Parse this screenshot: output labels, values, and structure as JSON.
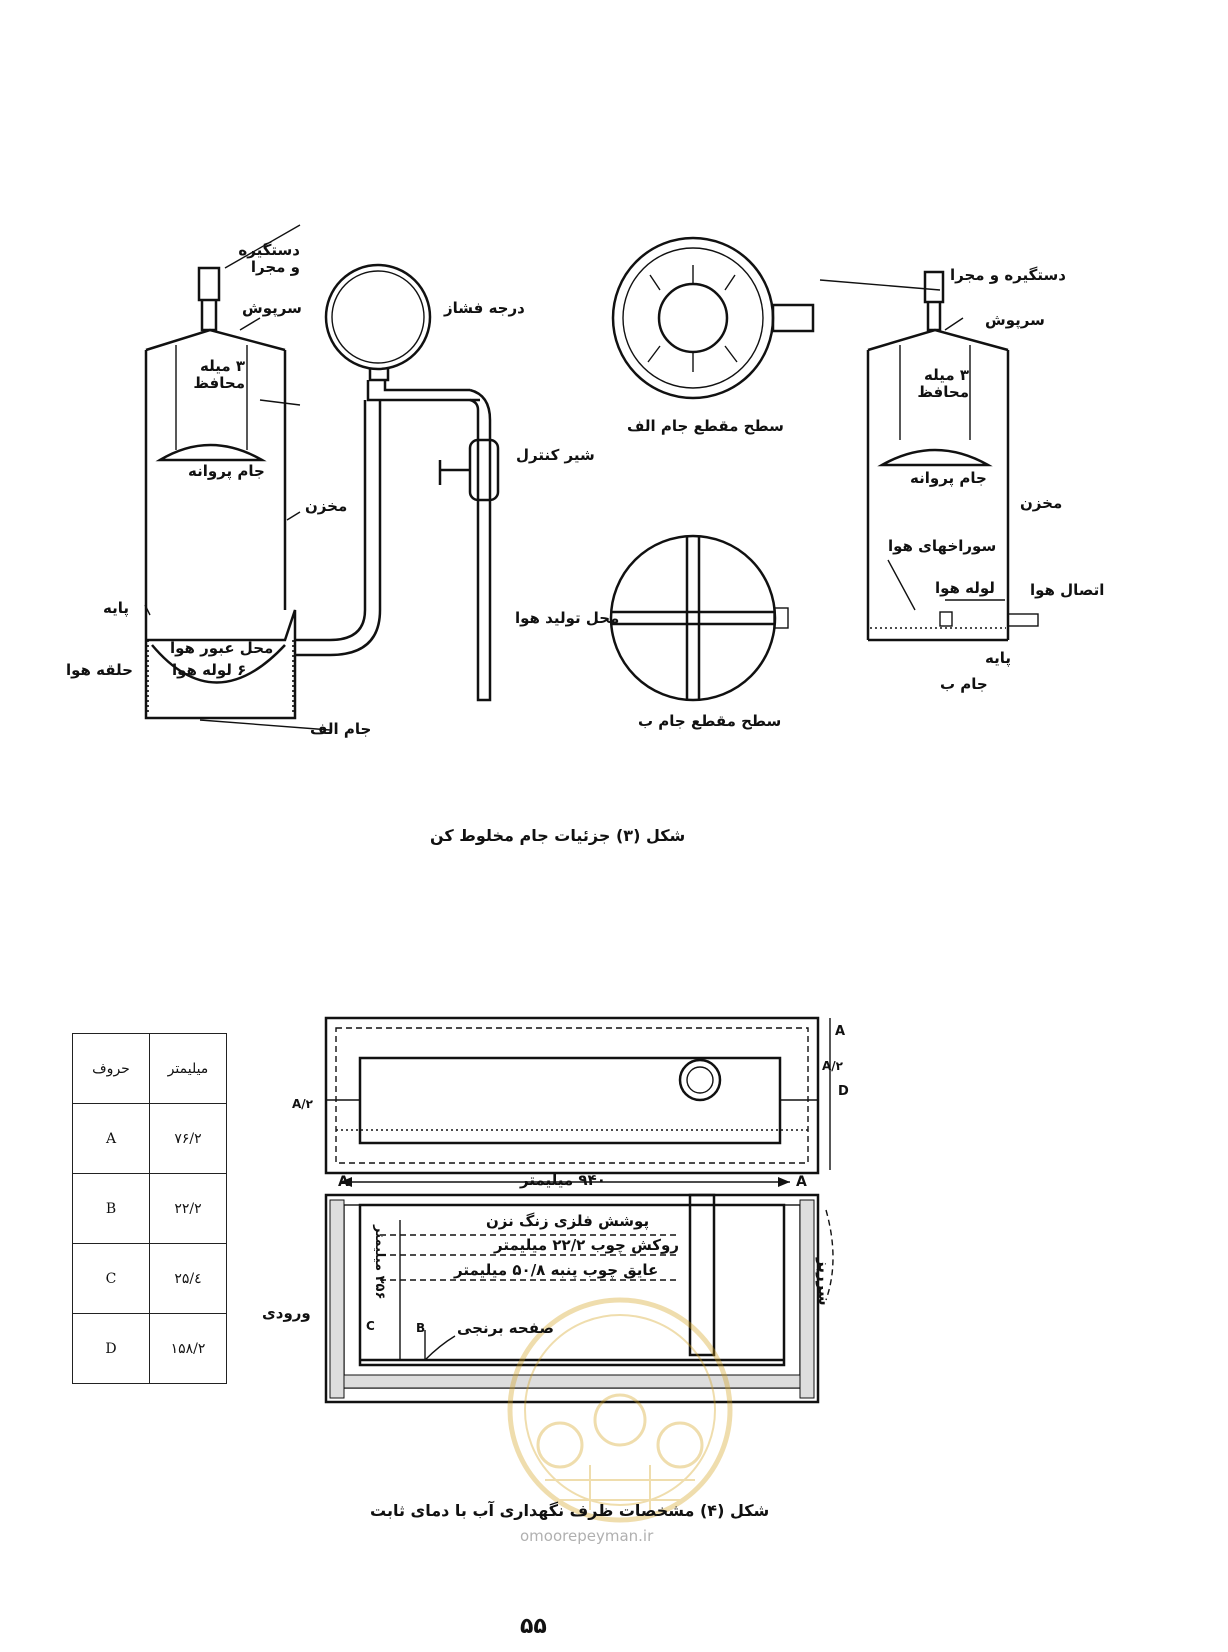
{
  "figure3": {
    "caption": "شکل (۳) جزئیات جام مخلوط کن",
    "left_mixer": {
      "handle": "دستگیره و مجرا",
      "cap": "سرپوش",
      "rods": "۳ میله محافظ",
      "impeller_cup": "جام پروانه",
      "tank": "مخزن",
      "base": "پایه",
      "air_passage": "محل عبور هوا",
      "air_tubes": "۶ لوله هوا",
      "air_ring": "حلقه هوا",
      "cup_a": "جام الف"
    },
    "center": {
      "gauge": "درجه فشاز",
      "valve": "شیر کنترل",
      "air_source": "محل تولید هوا"
    },
    "sections": {
      "section_a": "سطح مقطع جام الف",
      "section_b": "سطح مقطع جام ب"
    },
    "right_mixer": {
      "handle": "دستگیره و مجرا",
      "cap": "سرپوش",
      "rods": "۳ میله محافظ",
      "impeller_cup": "جام پروانه",
      "tank": "مخزن",
      "air_holes": "سوراخهای هوا",
      "air_tube": "لوله هوا",
      "air_connection": "اتصال هوا",
      "base": "پایه",
      "cup_b": "جام ب"
    }
  },
  "figure4": {
    "caption": "شکل (۴) مشخصات ظرف نگهداری آب با دمای ثابت",
    "table": {
      "headers": [
        "حروف",
        "میلیمتر"
      ],
      "rows": [
        {
          "letter": "A",
          "mm": "۷۶/۲"
        },
        {
          "letter": "B",
          "mm": "۲۲/۲"
        },
        {
          "letter": "C",
          "mm": "۲۵/٤"
        },
        {
          "letter": "D",
          "mm": "۱۵۸/۲"
        }
      ]
    },
    "drawing": {
      "width_dim": "۹۴۰ میلیمتر",
      "height_dim": "۳۵۶ میلیمتر",
      "layer1": "پوشش فلزی زنگ نزن",
      "layer2": "روکش چوب ۲۲/۲ میلیمتر",
      "layer3": "عایق چوب پنبه ۵۰/۸ میلیمتر",
      "plate": "صفحه برنجی",
      "inlet": "ورودی",
      "overflow": "سرریز",
      "A": "A",
      "D": "D",
      "B": "B",
      "C": "C",
      "A2": "A/۲",
      "A_half": "A/۲"
    }
  },
  "watermark": "omoorepeyman.ir",
  "page_number": "۵۵"
}
